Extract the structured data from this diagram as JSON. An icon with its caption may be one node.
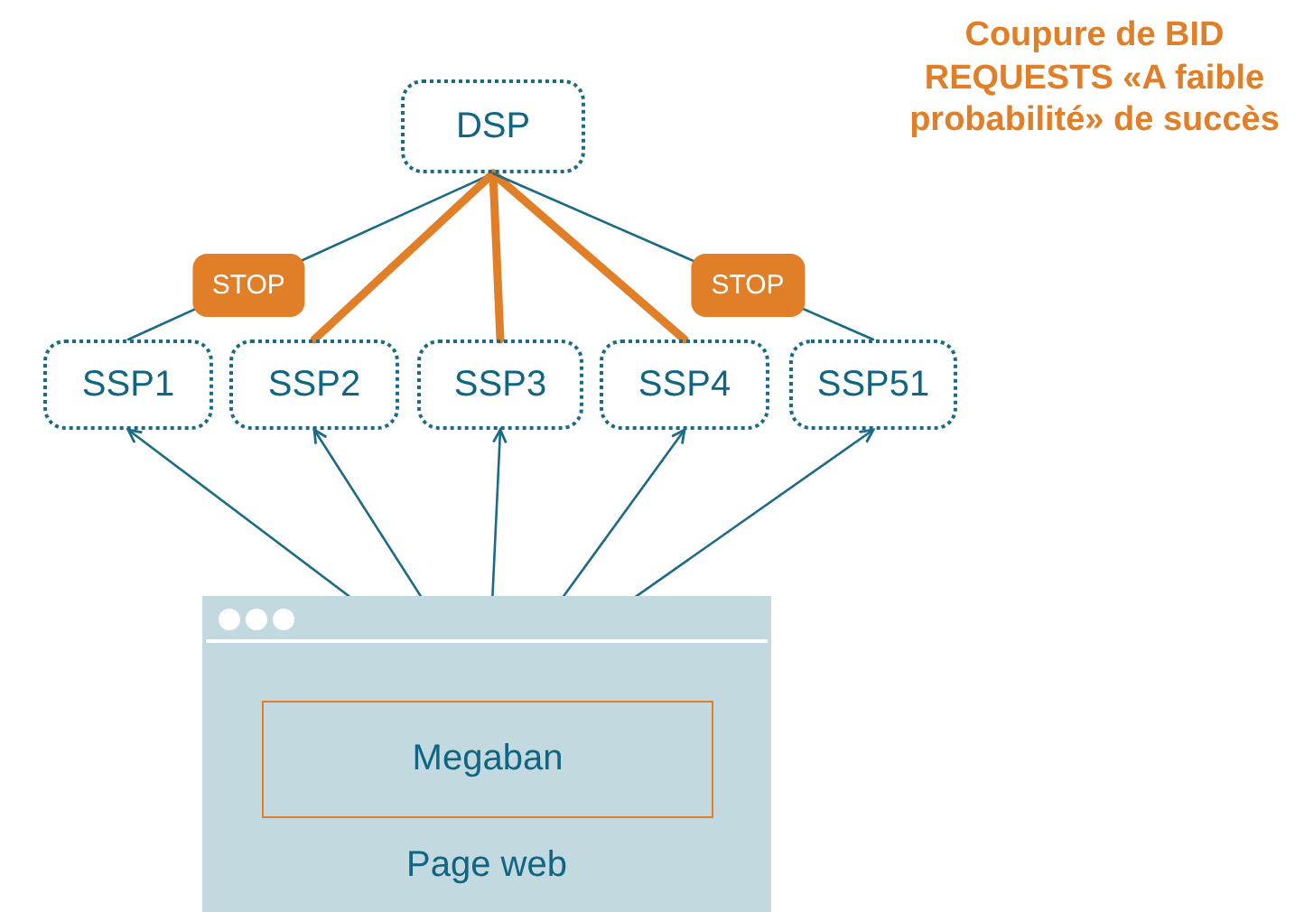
{
  "diagram": {
    "title": "Coupure de BID REQUESTS «A faible probabilité» de succès",
    "nodes": [
      {
        "text": [
          "DSP"
        ]
      },
      {
        "text": [
          "SSP1"
        ]
      },
      {
        "text": [
          "SSP2"
        ]
      },
      {
        "text": [
          "SSP3"
        ]
      },
      {
        "text": [
          "SSP4"
        ]
      },
      {
        "text": [
          "SSP51"
        ]
      },
      {
        "text": [
          "Page web"
        ]
      },
      {
        "text": [
          "Megaban"
        ],
        "in": 6
      }
    ],
    "edges": [
      {
        "from": 0,
        "to": 1,
        "arrow": "none",
        "label": "STOP"
      },
      {
        "from": 0,
        "to": 2,
        "arrow": "none",
        "style": "thick",
        "color": "#e07f27"
      },
      {
        "from": 0,
        "to": 3,
        "arrow": "none",
        "style": "thick",
        "color": "#e07f27"
      },
      {
        "from": 0,
        "to": 4,
        "arrow": "none",
        "style": "thick",
        "color": "#e07f27"
      },
      {
        "from": 0,
        "to": 5,
        "arrow": "none",
        "label": "STOP"
      },
      {
        "from": 7,
        "to": 1,
        "arrow": "to"
      },
      {
        "from": 7,
        "to": 2,
        "arrow": "to"
      },
      {
        "from": 7,
        "to": 3,
        "arrow": "to"
      },
      {
        "from": 7,
        "to": 4,
        "arrow": "to"
      },
      {
        "from": 7,
        "to": 5,
        "arrow": "to"
      }
    ]
  }
}
